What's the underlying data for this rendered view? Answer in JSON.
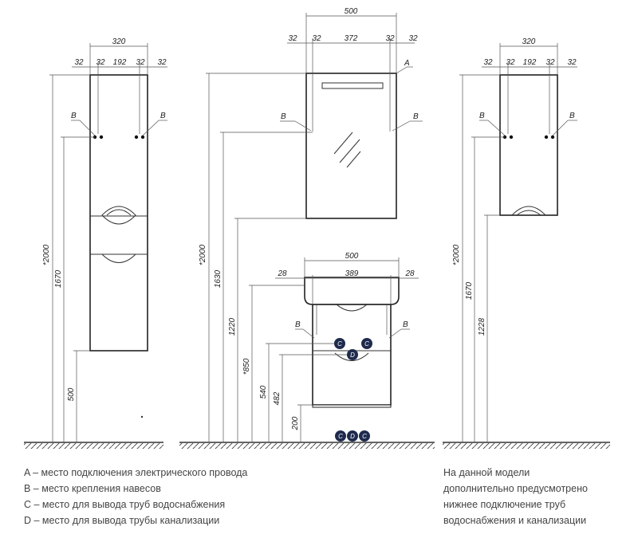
{
  "dims": {
    "left": {
      "w320": "320",
      "w32": "32",
      "w192": "192",
      "h2000": "*2000",
      "h1670": "1670",
      "h500": "500"
    },
    "middle": {
      "w500": "500",
      "w32": "32",
      "w372": "372",
      "h2000": "*2000",
      "h1630": "1630",
      "h1220": "1220",
      "h850": "*850",
      "h540": "540",
      "h482": "482",
      "h200": "200",
      "w500b": "500",
      "w28": "28",
      "w389": "389"
    },
    "right": {
      "w320": "320",
      "w32": "32",
      "w192": "192",
      "h2000": "*2000",
      "h1670": "1670",
      "h1228": "1228"
    }
  },
  "markers": {
    "a": "A",
    "b": "B",
    "c": "C",
    "d": "D"
  },
  "legend": [
    "A – место подключения электрического провода",
    "B – место крепления навесов",
    "C – место для вывода труб водоснабжения",
    "D – место для вывода трубы канализации"
  ],
  "note": [
    "На данной модели",
    "дополнительно предусмотрено",
    "нижнее подключение труб",
    "водоснабжения и канализации"
  ]
}
